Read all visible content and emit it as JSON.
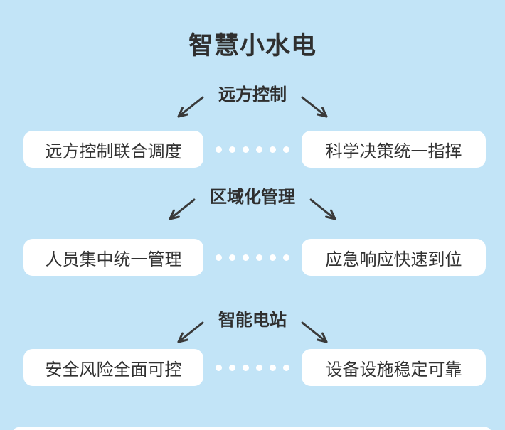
{
  "title": "智慧小水电",
  "colors": {
    "background": "#c2e4f7",
    "box_fill": "#ffffff",
    "text": "#323232",
    "arrow": "#3a3a3a",
    "dot": "#ffffff"
  },
  "sections": [
    {
      "heading": "远方控制",
      "left_box": "远方控制联合调度",
      "right_box": "科学决策统一指挥"
    },
    {
      "heading": "区域化管理",
      "left_box": "人员集中统一管理",
      "right_box": "应急响应快速到位"
    },
    {
      "heading": "智能电站",
      "left_box": "安全风险全面可控",
      "right_box": "设备设施稳定可靠"
    }
  ],
  "dots_per_row": 6
}
